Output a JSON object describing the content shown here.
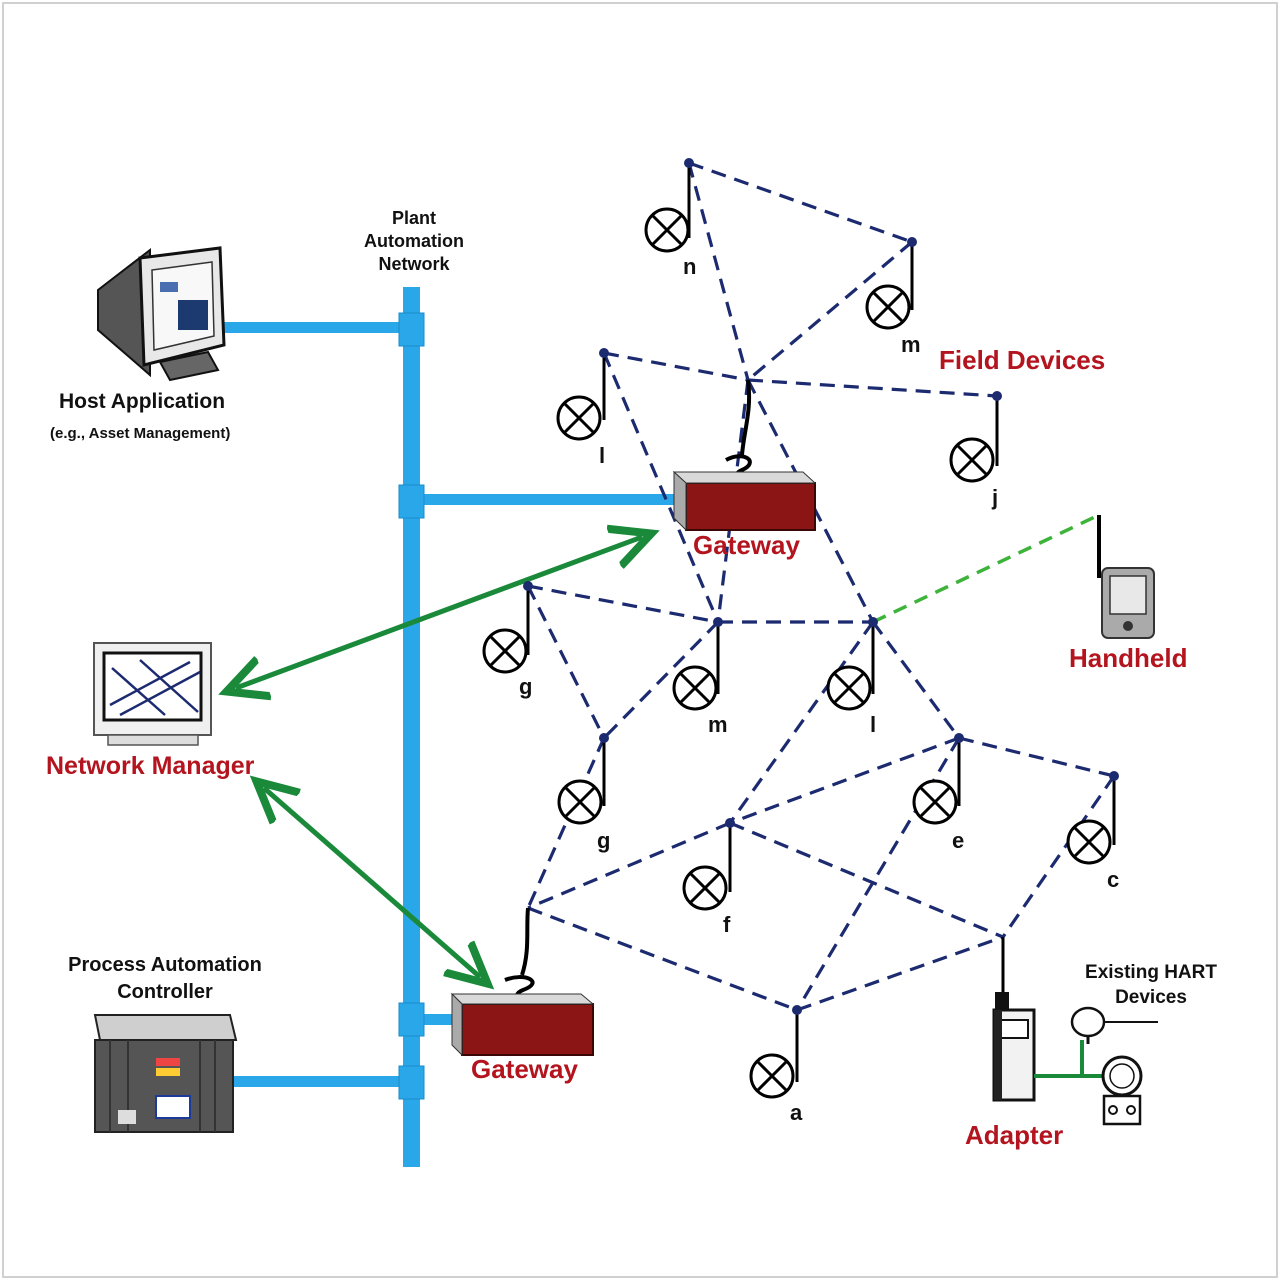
{
  "labels": {
    "plant_network": [
      "Plant",
      "Automation",
      "Network"
    ],
    "host_application": "Host Application",
    "host_application_sub": "(e.g., Asset Management)",
    "field_devices": "Field Devices",
    "network_manager": "Network Manager",
    "handheld": "Handheld",
    "process_controller": [
      "Process Automation",
      "Controller"
    ],
    "gateway_top": "Gateway",
    "gateway_bottom": "Gateway",
    "existing_hart": [
      "Existing HART",
      "Devices"
    ],
    "adapter": "Adapter"
  },
  "field_devices": [
    {
      "id": "n",
      "label": "n"
    },
    {
      "id": "m_top",
      "label": "m"
    },
    {
      "id": "l_top",
      "label": "l"
    },
    {
      "id": "j",
      "label": "j"
    },
    {
      "id": "g_upper",
      "label": "g"
    },
    {
      "id": "m_mid",
      "label": "m"
    },
    {
      "id": "l_mid",
      "label": "l"
    },
    {
      "id": "g_lower",
      "label": "g"
    },
    {
      "id": "e",
      "label": "e"
    },
    {
      "id": "c",
      "label": "c"
    },
    {
      "id": "f",
      "label": "f"
    },
    {
      "id": "a",
      "label": "a"
    }
  ],
  "colors": {
    "backbone": "#2aa7e8",
    "mesh_link": "#1c2a70",
    "handheld_link": "#3db33a",
    "manager_arrow": "#1a8a3a",
    "gateway_body": "#8b1414",
    "label_red": "#b3141e"
  }
}
